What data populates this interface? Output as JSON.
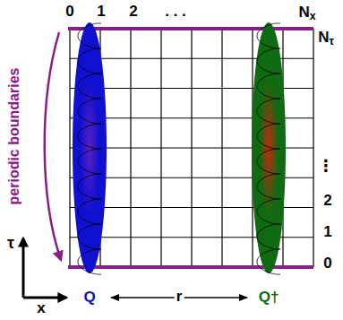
{
  "diagram": {
    "nodes": [
      {
        "text": [
          "Q"
        ]
      },
      {
        "text": [
          "Q†"
        ]
      }
    ],
    "edges": [
      {
        "from": 0,
        "to": 1,
        "label": "r",
        "arrow": "both"
      }
    ],
    "labels": [
      "0",
      "1",
      "2",
      ". . .",
      "Nx",
      "Nτ",
      "⋮",
      "2",
      "1",
      "0",
      "periodic boundaries",
      "τ",
      "x"
    ]
  }
}
